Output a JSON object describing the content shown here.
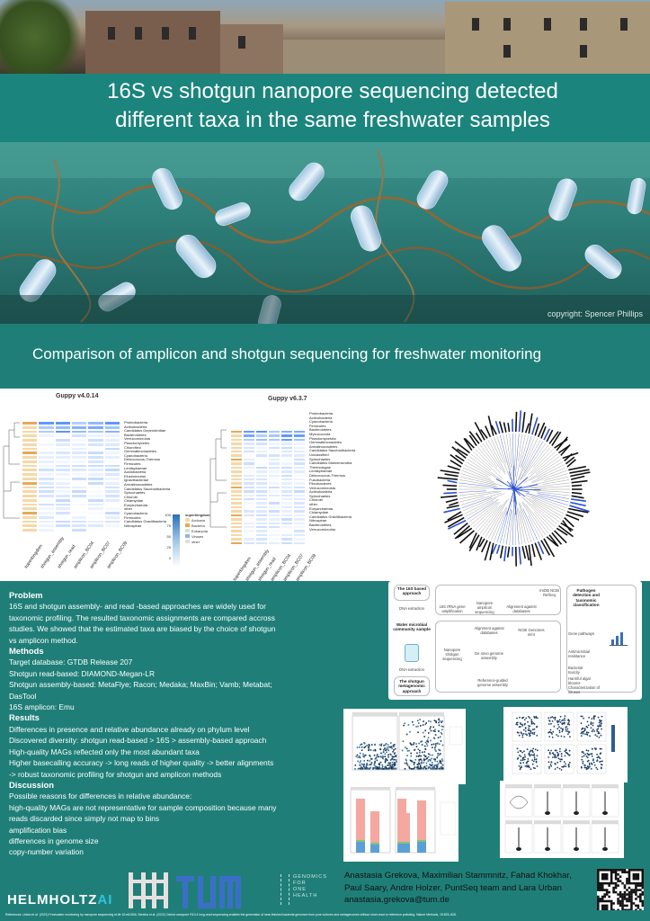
{
  "header": {
    "title_line1": "16S vs shotgun nanopore sequencing detected",
    "title_line2": "different taxa in the same freshwater samples",
    "copyright": "copyright: Spencer Phillips"
  },
  "subtitle": "Comparison of amplicon and shotgun sequencing for freshwater monitoring",
  "heatmaps": [
    {
      "title": "Guppy v4.0.14",
      "taxa": [
        "Proteobacteria",
        "Actinobacteria",
        "Candidatus Dependentiae",
        "Bacteroidetes",
        "Verrucomicrobia",
        "Planctomycetes",
        "Chloroflexi",
        "Gemmatimonadetes",
        "Cyanobacteria",
        "Deinococcus-Thermus",
        "Firmicutes",
        "Lentisphaerae",
        "Acidobacteria",
        "Elusimicrobia",
        "Ignavibacteriae",
        "Armatimonadetes",
        "Candidatus Saccharibacteria",
        "Spirochaetes",
        "Chlorobi",
        "Chlamydiae",
        "Euryarchaeota",
        "other",
        "Cyanobacteria",
        "Firmicutes",
        "Candidatus Gracilibacteria",
        "Nitrospirae"
      ],
      "columns": [
        "superkingdom",
        "shotgun_assembly",
        "shotgun_read",
        "amplicon_BC04",
        "amplicon_BC07",
        "amplicon_BC09"
      ]
    },
    {
      "title": "Guppy v6.3.7",
      "taxa": [
        "Proteobacteria",
        "Actinobacteria",
        "Cyanobacteria",
        "Firmicutes",
        "Bacteroidetes",
        "Myxococcota",
        "Planctomycetota",
        "Gemmatimonadetes",
        "Armatimonadetes",
        "Candidatus Saccharibacteria",
        "Unclassified",
        "Spirochaetes",
        "Candidatus Marinimicrobia",
        "Thermotogae",
        "Lentisphaerae",
        "Deinococcus-Thermus",
        "Fusobacteria",
        "Fibrobacteres",
        "Verrucomicrobia",
        "Actinobacteria",
        "Spirochaetes",
        "Chlorobi",
        "other",
        "Euryarchaeota",
        "Chlamydiae",
        "Candidatus Gracilibacteria",
        "Nitrospirae",
        "Bacteroidetes",
        "Verrucomicrobia"
      ],
      "columns": [
        "superkingdom",
        "shotgun_assembly",
        "shotgun_read",
        "amplicon_BC04",
        "amplicon_BC07",
        "amplicon_BC09"
      ]
    }
  ],
  "heatmap_legend": {
    "ticks": [
      "100",
      "75",
      "50",
      "25",
      "0"
    ],
    "title": "superkingdom",
    "entries": [
      "Archaea",
      "Bacteria",
      "Eukaryota",
      "Viruses",
      "other"
    ]
  },
  "text": {
    "problem_h": "Problem",
    "problem_1": "16S and shotgun assembly- and read -based approaches are widely used for",
    "problem_2": "taxonomic profiling. The resulted taxonomic assignments are compared accross",
    "problem_3": "studies. We showed that the estimated taxa are biased by the choice of shotgun",
    "problem_4": "vs amplicon method.",
    "methods_h": "Methods",
    "m1": "Target database: GTDB Release 207",
    "m2": "Shotgun read-based: DIAMOND-Megan-LR",
    "m3": "Shotgun assembly-based: MetaFlye; Racon; Medaka; MaxBin; Vamb; Metabat;",
    "m4": "DasTool",
    "m5": "16S amplicon: Emu",
    "results_h": "Results",
    "r1": "Differences in presence and relative abundance already on phylum level",
    "r2": "Discovered diversity: shotgun read-based > 16S > assembly-based approach",
    "r3": "High-quality MAGs reflected only the most abundant taxa",
    "r4": "Higher basecalling accuracy ->  long reads of higher quality -> better alignments",
    "r5": "-> robust taxonomic profiling for shotgun and amplicon methods",
    "discussion_h": "Discussion",
    "d1": "Possible reasons for differences in relative abundance:",
    "d2": "high-quality MAGs are not representative for sample composition because many",
    "d3": "reads discarded since simply not map to bins",
    "d4": "amplification bias",
    "d5": "differences in genome size",
    "d6": "copy-number variation"
  },
  "schema": {
    "box_16s": "The 16S based approach",
    "dna_extraction": "DNA extraction",
    "water_sample": "Water microbial community sample",
    "dna_extraction2": "DNA extraction",
    "box_shotgun": "The shotgun metagenomic approach",
    "amplification": "16S rRNA gene amplification",
    "nanopore_amplicon": "Nanopore amplicon sequencing",
    "alignment_db": "Alignment against databases",
    "db_ncbi": "rrnDB NCBI RefSeq",
    "nanopore_shotgun": "Nanopore shotgun sequencing",
    "alignment_db2": "Alignment against databases",
    "denovo": "De novo genome assembly",
    "ref_guided": "Reference-guided genome assembly",
    "ncbi_nt": "NCBI Genomes nt/nr",
    "pathogen": "Pathogen detection and taxonomic classification",
    "gene_pathways": "Gene pathways",
    "amr": "Antimicrobial resistance",
    "bacterial_toxicity": "Bacterial toxicity",
    "harmful_algae": "Harmful algal blooms",
    "viruses": "Characterization of viruses"
  },
  "authors": {
    "line1": "Anastasia Grekova,  Maximilian Stammnitz, Fahad Khokhar,",
    "line2": "Paul Saary, Andre Holzer, PuntSeq team and Lara Urban",
    "email": "anastasia.grekova@tum.de"
  },
  "logos": {
    "helmholtz": "HELMHOLTZ",
    "helmholtz_ai": "AI",
    "genomics_1": "GENOMICS",
    "genomics_2": "FOR",
    "genomics_3": "ONE",
    "genomics_4": "HEALTH"
  },
  "references": "References: Urban et al. (2021) Freshwater monitoring by nanopore sequencing eLife 10:e61504; Sereika et al. (2022) Oxford nanopore R10.4 long-read sequencing enables the generation of near-finished bacterial genomes from pure cultures and metagenomes without short-read or reference polishing. Nature Methods, 19:823–826."
}
